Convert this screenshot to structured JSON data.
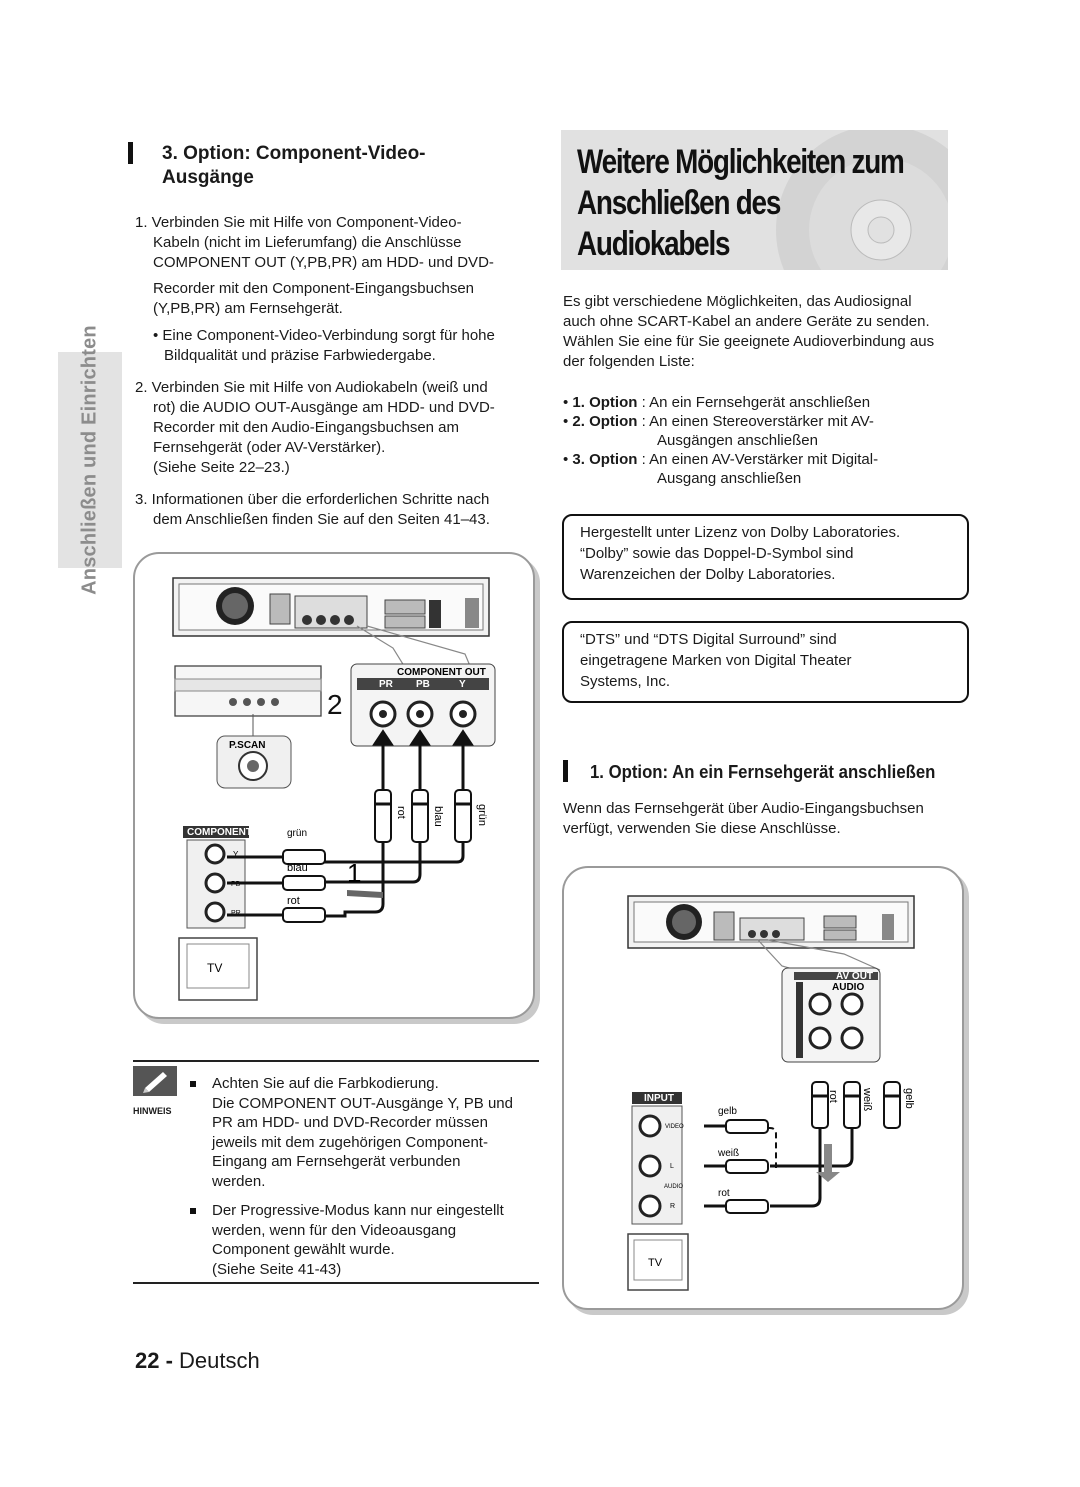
{
  "side_tab": {
    "label": "Anschließen und Einrichten"
  },
  "left": {
    "heading_line1": "3. Option: Component-Video-",
    "heading_line2": "Ausgänge",
    "step1": [
      "1. Verbinden Sie mit Hilfe von Component-Video-",
      "Kabeln (nicht im Lieferumfang) die Anschlüsse",
      "COMPONENT OUT (Y,PB,PR) am HDD- und DVD-",
      "Recorder mit den Component-Eingangsbuchsen",
      "(Y,PB,PR) am Fernsehgerät."
    ],
    "bullet": [
      "• Eine Component-Video-Verbindung sorgt für hohe",
      "Bildqualität und präzise Farbwiedergabe."
    ],
    "step2": [
      "2. Verbinden Sie mit Hilfe von Audiokabeln (weiß und",
      "rot) die AUDIO OUT-Ausgänge am HDD- und DVD-",
      "Recorder mit den Audio-Eingangsbuchsen am",
      "Fernsehgerät (oder AV-Verstärker).",
      "(Siehe Seite 22–23.)"
    ],
    "step3": [
      "3. Informationen über die erforderlichen Schritte nach",
      "dem Anschließen finden Sie auf den Seiten 41–43."
    ]
  },
  "figure1": {
    "component_out": "COMPONENT OUT",
    "pr": "PR",
    "pb": "PB",
    "y": "Y",
    "num2": "2",
    "num1": "1",
    "pscan": "P.SCAN",
    "rot": "rot",
    "blau": "blau",
    "gruen": "grün",
    "component": "COMPONENT",
    "jack_y": "Y",
    "jack_pb": "PB",
    "jack_pr": "PR",
    "tv": "TV"
  },
  "hinweis": {
    "label": "HINWEIS",
    "item1": [
      "Achten Sie auf die Farbkodierung.",
      "Die COMPONENT OUT-Ausgänge Y, PB und",
      "PR am HDD- und DVD-Recorder müssen",
      "jeweils mit dem zugehörigen Component-",
      "Eingang am Fernsehgerät verbunden",
      "werden."
    ],
    "item2": [
      "Der Progressive-Modus kann nur eingestellt",
      "werden, wenn für den Videoausgang",
      "Component gewählt wurde.",
      "(Siehe Seite 41-43)"
    ]
  },
  "page_number": {
    "num": "22 -",
    "lang": "Deutsch"
  },
  "right": {
    "title": [
      "Weitere Möglichkeiten zum",
      "Anschließen des",
      "Audiokabels"
    ],
    "intro": [
      "Es gibt verschiedene Möglichkeiten, das Audiosignal",
      "auch ohne SCART-Kabel an andere Geräte zu senden.",
      "Wählen Sie eine für Sie geeignete Audioverbindung aus",
      "der folgenden Liste:"
    ],
    "options": [
      {
        "label": "1. Option",
        "text": ": An ein Fernsehgerät anschließen",
        "text2": ""
      },
      {
        "label": "2. Option",
        "text": ": An einen Stereoverstärker mit AV-",
        "text2": "Ausgängen anschließen"
      },
      {
        "label": "3. Option",
        "text": ": An einen AV-Verstärker mit Digital-",
        "text2": "Ausgang anschließen"
      }
    ],
    "dolby": [
      "Hergestellt unter Lizenz von Dolby Laboratories.",
      "“Dolby” sowie das Doppel-D-Symbol sind",
      "Warenzeichen der Dolby Laboratories."
    ],
    "dts": [
      "“DTS” und “DTS Digital Surround” sind",
      "eingetragene Marken von Digital Theater",
      "Systems, Inc."
    ],
    "heading": "1. Option: An ein Fernsehgerät anschließen",
    "desc": [
      "Wenn das Fernsehgerät über Audio-Eingangsbuchsen",
      "verfügt, verwenden Sie diese Anschlüsse."
    ]
  },
  "figure2": {
    "av_out": "AV OUT",
    "audio": "AUDIO",
    "input": "INPUT",
    "video": "VIDEO",
    "jack_l": "L",
    "jack_r": "R",
    "gelb": "gelb",
    "weiss": "weiß",
    "rot": "rot",
    "tv": "TV"
  }
}
